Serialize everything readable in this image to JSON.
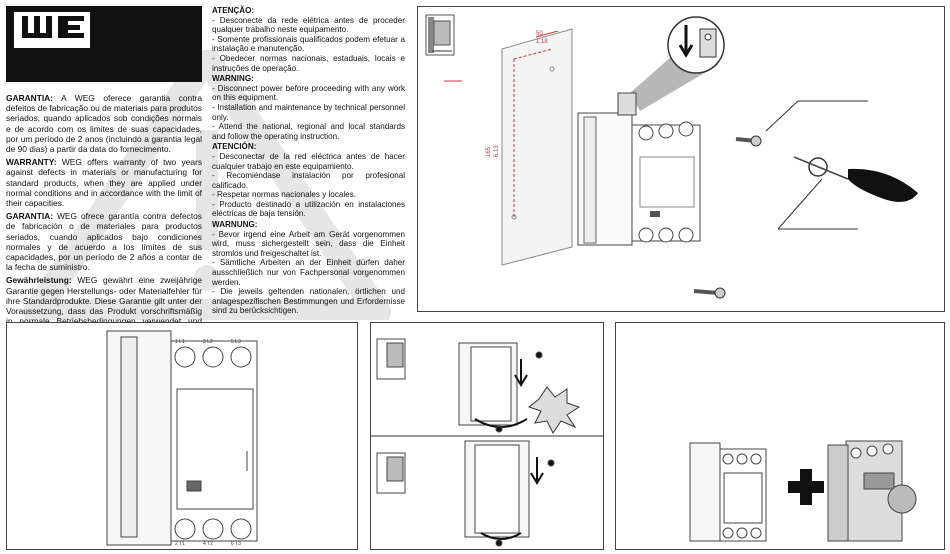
{
  "brand": {
    "logo_text": "WEG"
  },
  "left_column": [
    {
      "title": "GARANTIA:",
      "text": "A WEG oferece garantia contra defeitos de fabricação ou de materiais para produtos seriados, quando aplicados sob condições normais e de acordo com os limites de suas capacidades, por um período de 2 anos (incluindo a garantia legal de 90 dias) a partir da data do fornecimento."
    },
    {
      "title": "WARRANTY:",
      "text": "WEG offers warranty of two years against defects in materials or manufacturing for standard products, when they are applied under normal conditions and in accordance with the limit of their capacities."
    },
    {
      "title": "GARANTIA:",
      "text": "WEG ofrece garantía contra defectos de fabricación o de materiales para productos seriados, cuando aplicados bajo condiciones normales y de acuerdo a los límites de sus capacidades, por un período de 2 años a contar de la fecha de suministro."
    },
    {
      "title": "Gewährleistung:",
      "text": "WEG gewährt eine zweijährige Garantie gegen Herstellungs- oder Materialfehler für ihre Standardprodukte. Diese Garantie gilt unter der Voraussetzung, dass das Produkt vorschriftsmäßig in normale Betriebsbedingungen verwendet und eingesetzt wird."
    }
  ],
  "mid_column": [
    {
      "title": "ATENÇÃO:",
      "lines": [
        "- Desconecte da rede elétrica antes de proceder qualquer trabalho neste equipamento.",
        "- Somente profissionais qualificados podem efetuar a instalação e manutenção.",
        "- Obedecer normas nacionais, estaduais, locais e instruções de operação."
      ]
    },
    {
      "title": "WARNING:",
      "lines": [
        "- Disconnect power before proceeding with any work on this equipment.",
        "- Installation and maintenance by technical personnel only.",
        "- Attend the national, regional and local standards and follow the operating instruction."
      ]
    },
    {
      "title": "ATENCIÓN:",
      "lines": [
        "- Desconectar de la red eléctrica antes de hacer cualquier trabajo en este equipamiento.",
        "- Recomiéndase instalación por profesional calificado.",
        "- Respetar normas nacionales y locales.",
        "- Producto destinado a utilización en instalaciones eléctricas de baja tensión."
      ]
    },
    {
      "title": "WARNUNG:",
      "lines": [
        "- Bevor irgend eine Arbeit am Gerät vorgenommen wird, muss sichergestellt sein, dass die Einheit stromlos und freigeschaltet ist.",
        "- Sämtliche Arbeiten an der Einheit dürfen daher ausschließlich nur von Fachpersonal vorgenommen werden.",
        "- Die jeweils geltenden nationalen, örtlichen und anlagespezifischen Bestimmungen und Erfordernisse sind zu berücksichtigen."
      ]
    }
  ],
  "diagram_top": {
    "dim_horizontal": "50",
    "dim_horizontal_inch": "1.18",
    "dim_vertical": "165",
    "dim_vertical_inch": "6.13"
  },
  "diagram_b1": {
    "top_terminals": [
      "1 L1",
      "3 L2",
      "5 L3"
    ],
    "bottom_terminals": [
      "2 T1",
      "4 T2",
      "6 T3"
    ]
  }
}
